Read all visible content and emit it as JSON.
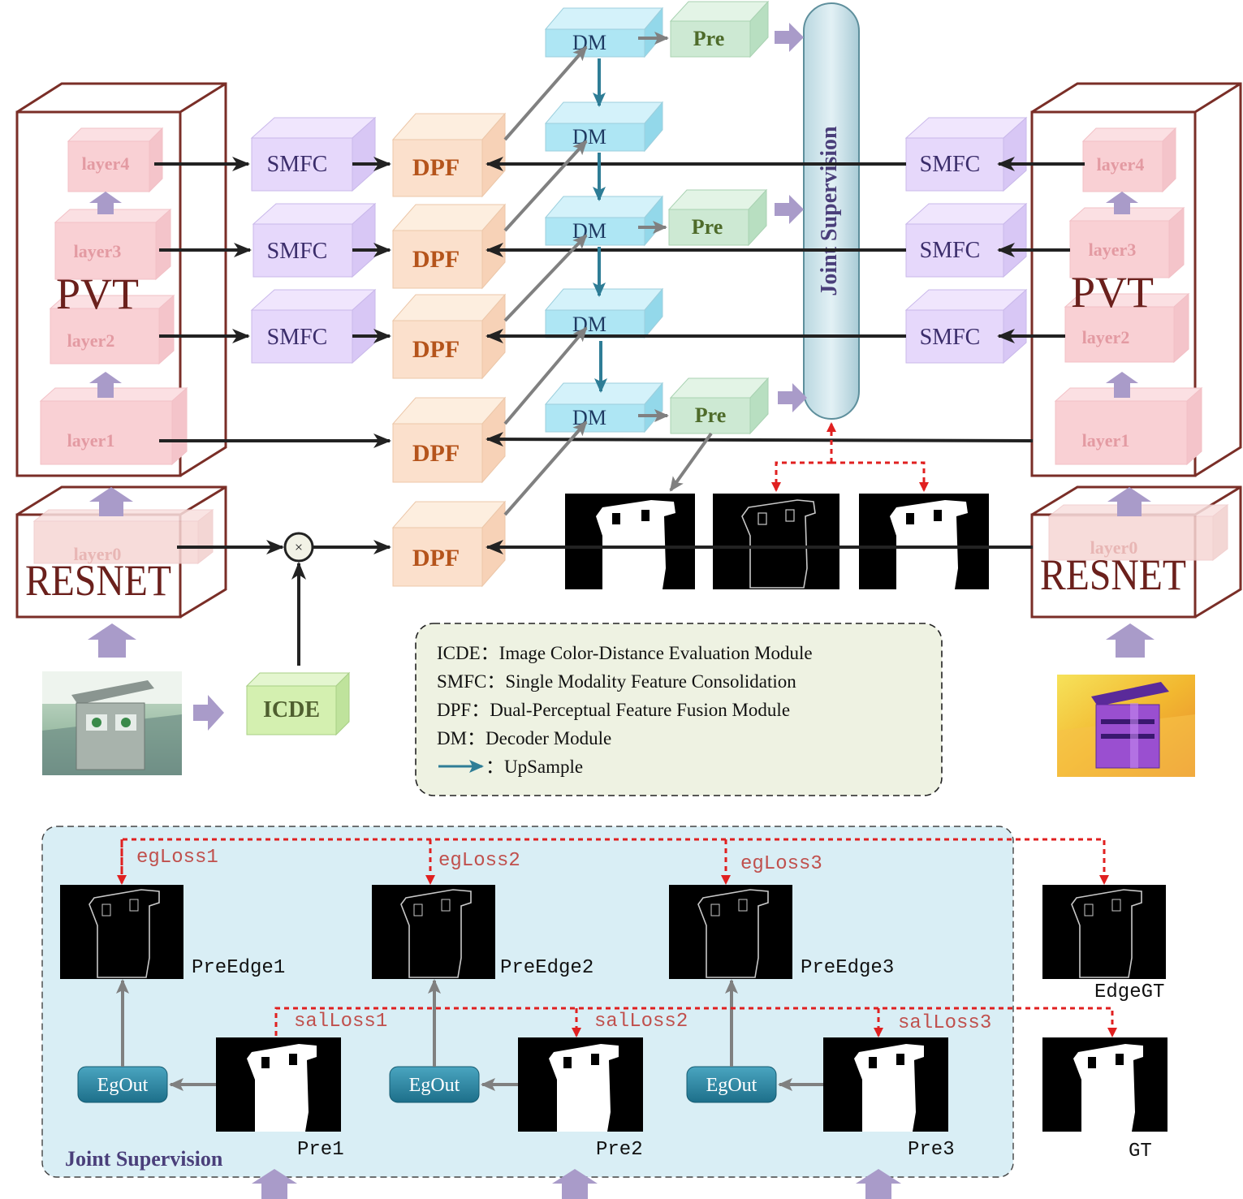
{
  "left_encoder": {
    "pvt_label": "PVT",
    "resnet_label": "RESNET",
    "layers": [
      "layer4",
      "layer3",
      "layer2",
      "layer1",
      "layer0"
    ]
  },
  "right_encoder": {
    "pvt_label": "PVT",
    "resnet_label": "RESNET",
    "layers": [
      "layer4",
      "layer3",
      "layer2",
      "layer1",
      "layer0"
    ]
  },
  "modules": {
    "smfc": "SMFC",
    "dpf": "DPF",
    "dm": "DM",
    "pre": "Pre",
    "icde": "ICDE",
    "multiply_symbol": "×"
  },
  "joint_supervision_pill": "Joint Supervision",
  "legend": {
    "items": [
      "ICDE：Image Color-Distance Evaluation Module",
      "SMFC：Single Modality Feature Consolidation",
      "DPF：Dual-Perceptual Feature Fusion Module",
      "DM：Decoder Module"
    ],
    "upsample": "：UpSample"
  },
  "bottom_panel": {
    "title": "Joint Supervision",
    "eg_losses": [
      "egLoss1",
      "egLoss2",
      "egLoss3"
    ],
    "sal_losses": [
      "salLoss1",
      "salLoss2",
      "salLoss3"
    ],
    "edge_labels": [
      "PreEdge1",
      "PreEdge2",
      "PreEdge3",
      "EdgeGT"
    ],
    "pre_labels": [
      "Pre1",
      "Pre2",
      "Pre3",
      "GT"
    ],
    "egout": "EgOut"
  },
  "colors": {
    "pvt_frame": "#7a2e27",
    "layer_pink": "#f9d0d4",
    "smfc_purple": "#e6d8fb",
    "dpf_orange": "#fbe0cc",
    "dm_cyan": "#aee6f4",
    "pre_green": "#cde9d3",
    "icde_green": "#d4f0b0",
    "upsample_arrow": "#2e7d96",
    "loss_red": "#e02020",
    "panel_blue": "#d9eef5",
    "legend_bg": "#eef2e2"
  }
}
